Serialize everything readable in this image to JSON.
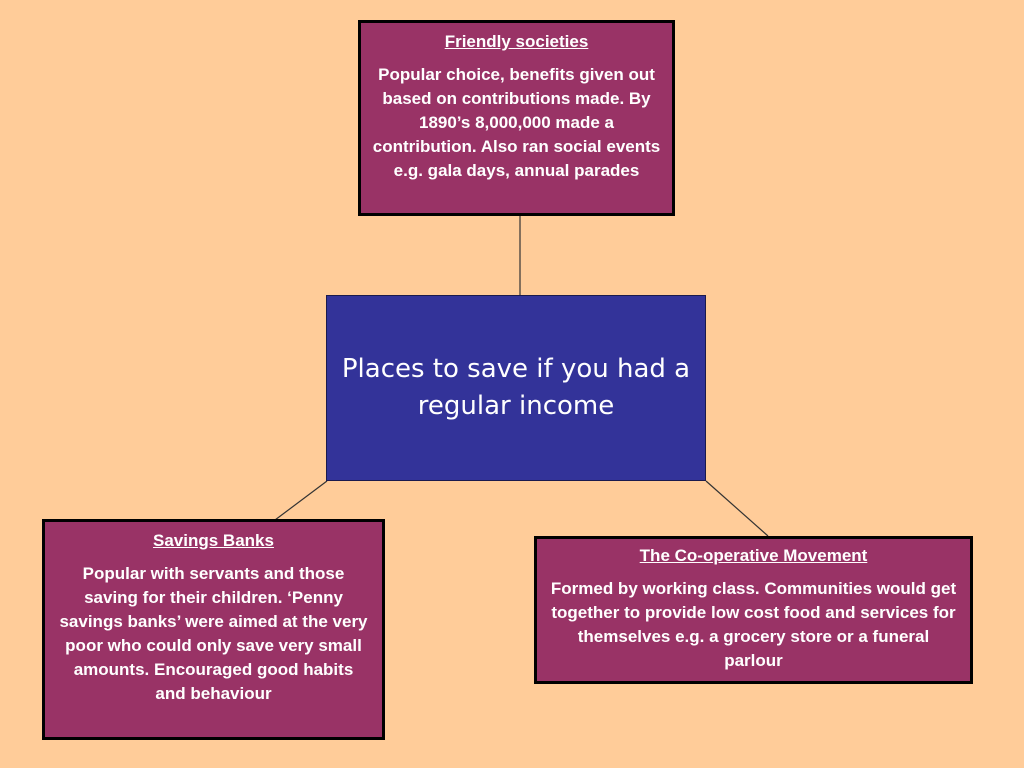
{
  "colors": {
    "background": "#FFCC99",
    "center_box": "#333399",
    "topic_box": "#993366",
    "box_border": "#000000",
    "text": "#FFFFFF",
    "connector": "#333333"
  },
  "center": {
    "label": "Places to save if you had a regular income"
  },
  "nodes": {
    "friendly_societies": {
      "title": "Friendly societies",
      "body": "Popular choice, benefits given out based on contributions made.  By 1890’s 8,000,000 made a contribution.  Also ran social events e.g. gala days, annual parades"
    },
    "savings_banks": {
      "title": "Savings Banks",
      "body": "Popular with servants and those saving for their children.  ‘Penny savings banks’ were aimed at the very poor who could only save very small amounts.  Encouraged good habits and behaviour"
    },
    "cooperative_movement": {
      "title": "The Co-operative Movement",
      "body": "Formed by working class.  Communities would get together to provide low cost food and services for themselves e.g. a grocery store or a funeral parlour"
    }
  }
}
